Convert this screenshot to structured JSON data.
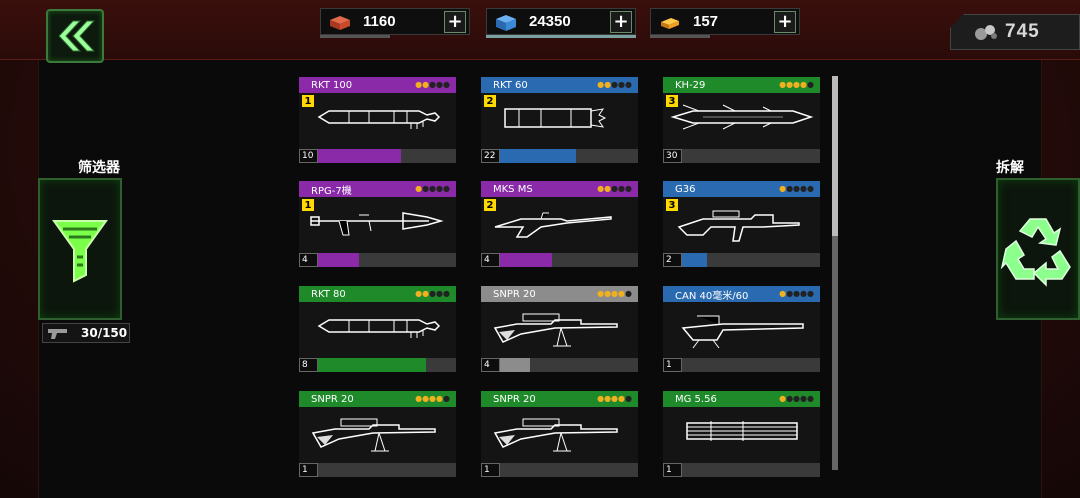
{
  "resources": [
    {
      "name": "brick",
      "value": "1160",
      "color": "#c84a2a"
    },
    {
      "name": "crate",
      "value": "24350",
      "color": "#3a8ad8"
    },
    {
      "name": "gold",
      "value": "157",
      "color": "#f0a020"
    }
  ],
  "plus_label": "+",
  "gems": "745",
  "filter": {
    "label": "筛选器"
  },
  "dismantle": {
    "label": "拆解"
  },
  "capacity": "30/150",
  "cards": [
    {
      "name": "RKT 100",
      "color": "#8a2aa8",
      "stars": 2,
      "tier": "1",
      "level": "10",
      "fill": 0.6,
      "weapon": "rocket"
    },
    {
      "name": "RKT 60",
      "color": "#2a6ab0",
      "stars": 2,
      "tier": "2",
      "level": "22",
      "fill": 0.55,
      "weapon": "rocket2"
    },
    {
      "name": "KH-29",
      "color": "#1f8a2a",
      "stars": 4,
      "tier": "3",
      "level": "30",
      "fill": 0.0,
      "weapon": "missile"
    },
    {
      "name": "RPG-7機",
      "color": "#8a2aa8",
      "stars": 1,
      "tier": "1",
      "level": "4",
      "fill": 0.3,
      "weapon": "rpg"
    },
    {
      "name": "MKS MS",
      "color": "#8a2aa8",
      "stars": 2,
      "tier": "2",
      "level": "4",
      "fill": 0.38,
      "weapon": "rifle"
    },
    {
      "name": "G36",
      "color": "#2a6ab0",
      "stars": 1,
      "tier": "3",
      "level": "2",
      "fill": 0.18,
      "weapon": "g36"
    },
    {
      "name": "RKT 80",
      "color": "#1f8a2a",
      "stars": 2,
      "tier": "",
      "level": "8",
      "fill": 0.78,
      "weapon": "rocket"
    },
    {
      "name": "SNPR 20",
      "color": "#8c8c8c",
      "stars": 4,
      "tier": "",
      "level": "4",
      "fill": 0.22,
      "weapon": "sniper"
    },
    {
      "name": "CAN 40毫米/60",
      "color": "#2a6ab0",
      "stars": 1,
      "tier": "",
      "level": "1",
      "fill": 0.0,
      "weapon": "cannon"
    },
    {
      "name": "SNPR 20",
      "color": "#1f8a2a",
      "stars": 4,
      "tier": "",
      "level": "1",
      "fill": 0.0,
      "weapon": "sniper"
    },
    {
      "name": "SNPR 20",
      "color": "#1f8a2a",
      "stars": 4,
      "tier": "",
      "level": "1",
      "fill": 0.0,
      "weapon": "sniper"
    },
    {
      "name": "MG 5.56",
      "color": "#1f8a2a",
      "stars": 1,
      "tier": "",
      "level": "1",
      "fill": 0.0,
      "weapon": "minigun"
    }
  ]
}
